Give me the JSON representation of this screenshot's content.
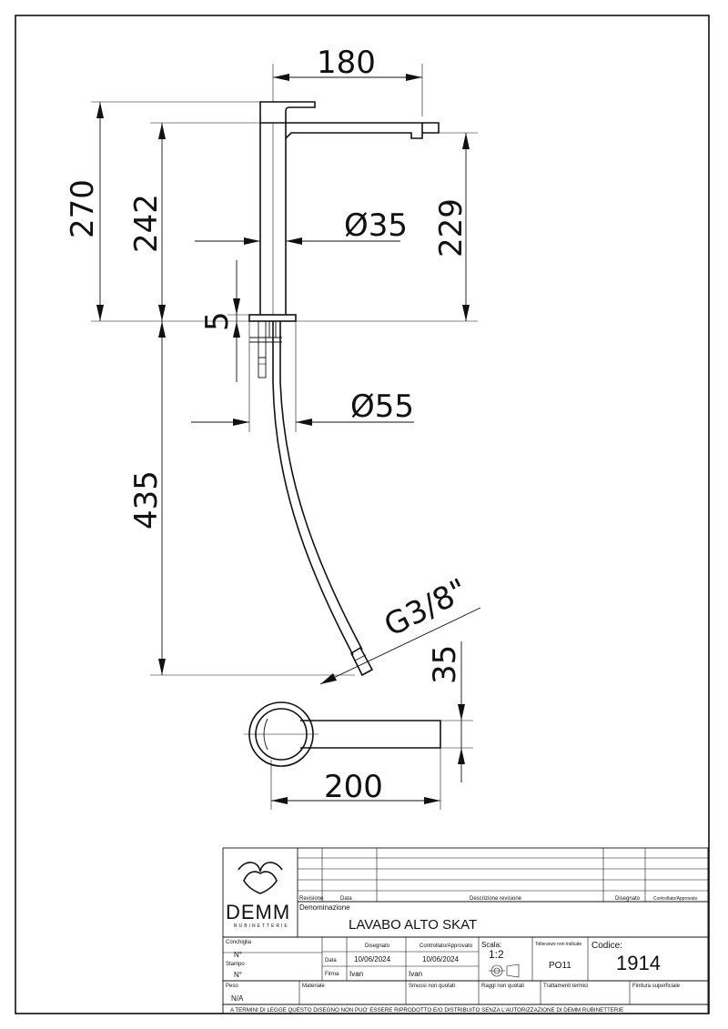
{
  "dimensions": {
    "spout_length": "180",
    "total_height": "270",
    "body_height": "242",
    "spout_height": "229",
    "body_diameter": "Ø35",
    "base_thickness": "5",
    "base_diameter": "Ø55",
    "hose_length": "435",
    "connection": "G3/8\"",
    "top_view_width": "35",
    "top_view_length": "200"
  },
  "title_block": {
    "logo": "DEMM",
    "logo_sub": "RUBINETTERIE",
    "revision_header": {
      "revisione": "Revisione",
      "data": "Data",
      "descrizione": "Descrizione revisione",
      "disegnato": "Disegnato",
      "controllato": "Controllato/Approvato"
    },
    "denominazione_label": "Denominazione",
    "denominazione_value": "LAVABO ALTO SKAT",
    "conchiglia_label": "Conchiglia",
    "conchiglia_value": "N°",
    "stampo_label": "Stampo",
    "stampo_value": "N°",
    "disegnato_label": "Disegnato",
    "controllato_label": "Controllato/Approvato",
    "data_label": "Data",
    "data_disegnato": "10/06/2024",
    "data_controllato": "10/06/2024",
    "firma_label": "Firma",
    "firma_disegnato": "Ivan",
    "firma_controllato": "Ivan",
    "scala_label": "Scala:",
    "scala_value": "1:2",
    "tolleranze_label": "Tolleranze non indicate",
    "tolleranze_value": "PO11",
    "codice_label": "Codice:",
    "codice_value": "1914",
    "peso_label": "Peso",
    "peso_value": "N/A",
    "materiale_label": "Materiale",
    "smussi_label": "Smussi non quotati",
    "raggi_label": "Raggi non quotati",
    "trattamenti_label": "Trattamenti termici",
    "finitura_label": "Finitura superficiale",
    "footer": "A TERMINI DI LEGGE QUESTO DISEGNO NON PUO' ESSERE RIPRODOTTO E/O DISTRIBUITO SENZA L'AUTORIZZAZIONE DI DEMM RUBINETTERIE"
  }
}
